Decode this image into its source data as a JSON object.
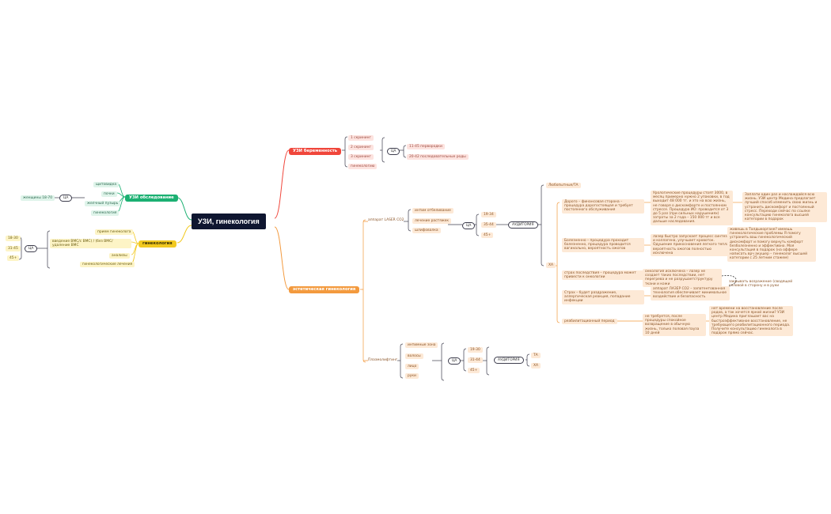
{
  "colors": {
    "red": "#f0463b",
    "green": "#1bb072",
    "yellow": "#f2c920",
    "orange": "#f39a3e",
    "dark": "#0f1630",
    "line": "#3d3d4d"
  },
  "root": "УЗИ, гинекология",
  "pregnancy": {
    "title": "УЗИ беременность",
    "screenings": [
      "1 скрининг",
      "2 скрининг",
      "3 скрининг",
      "гинекологию"
    ],
    "ca": "ЦА",
    "ages": [
      "11-45 первородки",
      "20-42 последовательные роды"
    ]
  },
  "exam": {
    "title": "УЗИ обследование",
    "items": [
      "щитовидка",
      "почки",
      "желчный пузырь",
      "гинекология"
    ],
    "ca": "ЦА",
    "women": "женщины 18-70"
  },
  "gyn": {
    "title": "гинекология",
    "items": [
      "прием гинеколога",
      "введение ВМС/с ВМС) / (без ВМС/удаление ВМС",
      "анализы",
      "гинекологические лечения"
    ],
    "ca": "ЦА",
    "ages": [
      "18-30",
      "31-45",
      "45+"
    ]
  },
  "aesth": {
    "title": "эстетическая гинекология",
    "laser": {
      "title": "аппарат LASER CO2",
      "items": [
        "интим отбеливание",
        "лечение растяжек",
        "шлифовалка"
      ],
      "ca": "ЦА",
      "ages": [
        "19-34",
        "35-44",
        "45+"
      ],
      "auditory": "АУДИТОРИЯ",
      "aud": [
        "Любопытные/ТА",
        "ХА"
      ],
      "pain": [
        {
          "p": "Дорого – финансовая сторона – процедура дорогостоящая и требует постоянного обслуживания",
          "d": "Урологические процедуры стоят 3000, в месяц примерно нужно 2 упаковки, в год выходит 48 000 тг. и это на всю жизнь, не говоря о дискомфорте и постоянном стрессе. Процедура ИО: проводится от 3 до 5 раз (при сильных нарушениях) затраты за 2 года – 150 000 тг и все дальше наследования.",
          "e": "Заплати один раз и наслаждайся всю жизнь. УЗИ центр Медина предлагает лучший способ изменить свою жизнь и устранить дискомфорт и постоянный стресс. Переходи сейчас по ссылке консультацию гинеколога высшей категории в подарок"
        },
        {
          "p": "Болезненно – процедура проходит болезненно, процедура проводится вагинально, вероятность ожогов",
          "d": "лазер быстро запускает процесс синтеза и коллагена, улучшает кровоток. Одушение прикосновения легкого тепла, вероятность ожогов полностью исключена",
          "e": "живешь в Талдыкоргане? имеешь гинекологические проблемы Я помогу устранить ваш гинекологический дискомфорт и помогу вернуть комфорт безболезненно и эффективно. Моя консультация в подарок (на оффере написать врч акушер – гинеколог высшей категории с 25 летним стажем)"
        },
        {
          "p": "страх последствия – процедура может привести к онкологии",
          "d": "онкология исключена – лазер не создает таких последствии, нет перегрева и не разрушаетструктуру ткани и кожи",
          "e": "закрывать возражение (сводящей головой в сторону и в руки"
        },
        {
          "p": "Страх – будет раздражение, аллергическая реакция, попадание инфекции",
          "d": "аппарат ЛАЗЕР CO2 – запатентованная технология обеспечивает минимальное воздействие и безопасность",
          "e": ""
        },
        {
          "p": "реабилитационный период",
          "d": "не требуется, после процедуры спокойное возвращение в обычную жизнь, только половая пауза 10 дней",
          "e": "нет времени на восстановление после родов, а так хочется яркой жизни? УЗИ центр Медина приглашает вас на быстроэффективное восстановление, не требующего реабилитационного периода. Получите консультацию гинеколога в подарок прямо сейчас."
        }
      ]
    },
    "plasma": {
      "title": "Плазмолифтинг",
      "items": [
        "интимные зона",
        "волосы",
        "лицо",
        "руки"
      ],
      "ca": "ЦА",
      "ages": [
        "19-30",
        "31-44",
        "45+"
      ],
      "auditory": "АУДИТОРИЯ",
      "aud": [
        "ТА",
        "ХА"
      ]
    }
  }
}
